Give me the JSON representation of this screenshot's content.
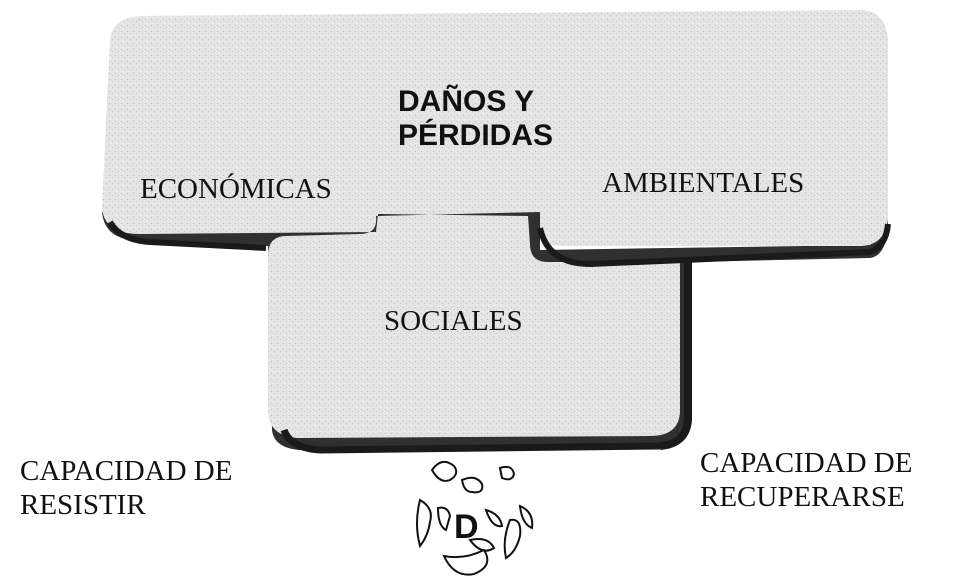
{
  "diagram": {
    "title_line1": "DAÑOS Y",
    "title_line2": "PÉRDIDAS",
    "box_economicas": "ECONÓMICAS",
    "box_ambientales": "AMBIENTALES",
    "box_sociales": "SOCIALES",
    "left_line1": "CAPACIDAD DE",
    "left_line2": "RESISTIR",
    "right_line1": "CAPACIDAD DE",
    "right_line2": "RECUPERARSE",
    "center_letter": "D"
  },
  "colors": {
    "fill": "#dcdcdc",
    "shadow": "#1a1a1a",
    "text": "#111111"
  }
}
